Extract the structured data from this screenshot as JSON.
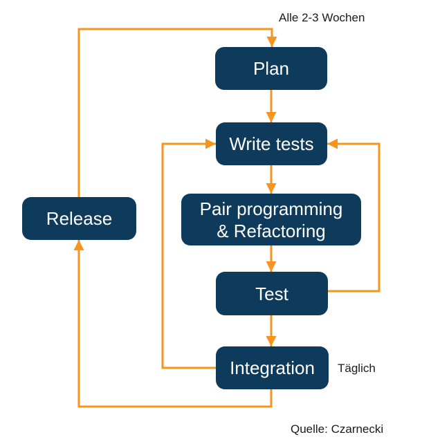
{
  "diagram": {
    "title_annotation": "Alle 2-3 Wochen",
    "daily_annotation": "Täglich",
    "source": "Quelle: Czarnecki"
  },
  "nodes": {
    "plan": {
      "label": "Plan"
    },
    "write_tests": {
      "label": "Write tests"
    },
    "pair": {
      "label": "Pair programming\n& Refactoring"
    },
    "test": {
      "label": "Test"
    },
    "integration": {
      "label": "Integration"
    },
    "release": {
      "label": "Release"
    }
  },
  "edges": [
    {
      "from": "Release",
      "to": "Plan",
      "annotation": "Alle 2-3 Wochen"
    },
    {
      "from": "Plan",
      "to": "Write tests"
    },
    {
      "from": "Write tests",
      "to": "Pair programming & Refactoring"
    },
    {
      "from": "Pair programming & Refactoring",
      "to": "Test"
    },
    {
      "from": "Test",
      "to": "Integration"
    },
    {
      "from": "Integration",
      "to": "Write tests"
    },
    {
      "from": "Test",
      "to": "Write tests"
    },
    {
      "from": "Integration",
      "to": "Release",
      "annotation": "Täglich"
    }
  ],
  "colors": {
    "background": "#ffffff",
    "box_fill": "#0e3a5c",
    "box_text": "#ffffff",
    "arrow": "#f7941d",
    "label_text": "#1a1a1a"
  }
}
